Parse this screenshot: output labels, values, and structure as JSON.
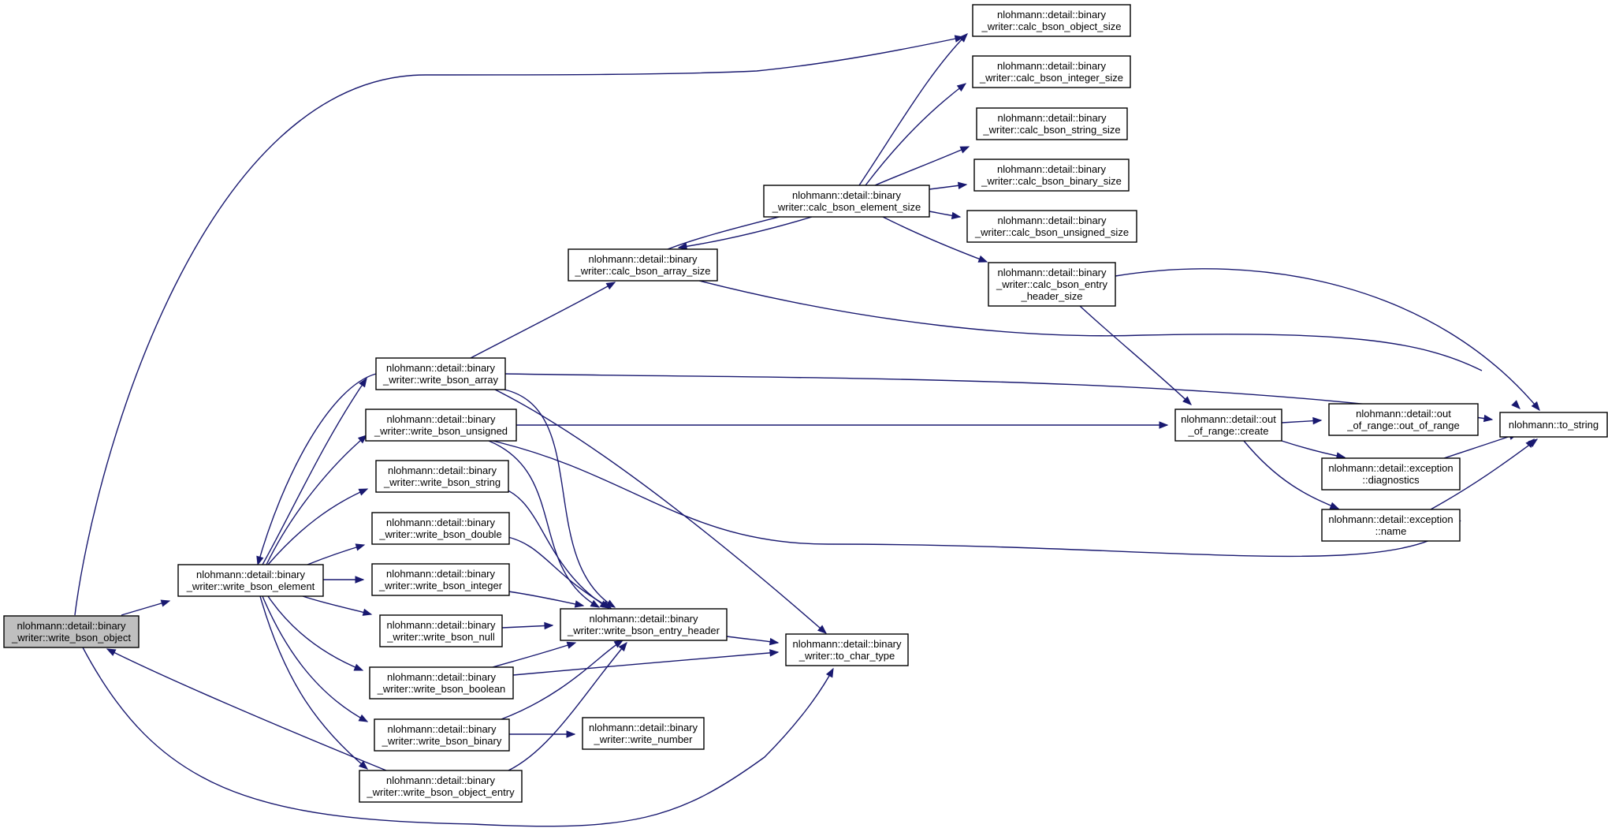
{
  "diagram": {
    "type": "call-graph",
    "colors": {
      "edge": "#191970",
      "node_border": "#000000",
      "node_fill": "#ffffff",
      "root_fill": "#bfbfbf",
      "background": "#ffffff"
    },
    "nodes": [
      {
        "id": "write_bson_object",
        "root": true,
        "lines": [
          "nlohmann::detail::binary",
          "_writer::write_bson_object"
        ]
      },
      {
        "id": "write_bson_element",
        "lines": [
          "nlohmann::detail::binary",
          "_writer::write_bson_element"
        ]
      },
      {
        "id": "write_bson_array",
        "lines": [
          "nlohmann::detail::binary",
          "_writer::write_bson_array"
        ]
      },
      {
        "id": "write_bson_unsigned",
        "lines": [
          "nlohmann::detail::binary",
          "_writer::write_bson_unsigned"
        ]
      },
      {
        "id": "write_bson_string",
        "lines": [
          "nlohmann::detail::binary",
          "_writer::write_bson_string"
        ]
      },
      {
        "id": "write_bson_double",
        "lines": [
          "nlohmann::detail::binary",
          "_writer::write_bson_double"
        ]
      },
      {
        "id": "write_bson_integer",
        "lines": [
          "nlohmann::detail::binary",
          "_writer::write_bson_integer"
        ]
      },
      {
        "id": "write_bson_null",
        "lines": [
          "nlohmann::detail::binary",
          "_writer::write_bson_null"
        ]
      },
      {
        "id": "write_bson_boolean",
        "lines": [
          "nlohmann::detail::binary",
          "_writer::write_bson_boolean"
        ]
      },
      {
        "id": "write_bson_binary",
        "lines": [
          "nlohmann::detail::binary",
          "_writer::write_bson_binary"
        ]
      },
      {
        "id": "write_bson_object_entry",
        "lines": [
          "nlohmann::detail::binary",
          "_writer::write_bson_object_entry"
        ]
      },
      {
        "id": "calc_bson_array_size",
        "lines": [
          "nlohmann::detail::binary",
          "_writer::calc_bson_array_size"
        ]
      },
      {
        "id": "write_bson_entry_header",
        "lines": [
          "nlohmann::detail::binary",
          "_writer::write_bson_entry_header"
        ]
      },
      {
        "id": "write_number",
        "lines": [
          "nlohmann::detail::binary",
          "_writer::write_number"
        ]
      },
      {
        "id": "calc_bson_element_size",
        "lines": [
          "nlohmann::detail::binary",
          "_writer::calc_bson_element_size"
        ]
      },
      {
        "id": "to_char_type",
        "lines": [
          "nlohmann::detail::binary",
          "_writer::to_char_type"
        ]
      },
      {
        "id": "calc_bson_object_size",
        "lines": [
          "nlohmann::detail::binary",
          "_writer::calc_bson_object_size"
        ]
      },
      {
        "id": "calc_bson_integer_size",
        "lines": [
          "nlohmann::detail::binary",
          "_writer::calc_bson_integer_size"
        ]
      },
      {
        "id": "calc_bson_string_size",
        "lines": [
          "nlohmann::detail::binary",
          "_writer::calc_bson_string_size"
        ]
      },
      {
        "id": "calc_bson_binary_size",
        "lines": [
          "nlohmann::detail::binary",
          "_writer::calc_bson_binary_size"
        ]
      },
      {
        "id": "calc_bson_unsigned_size",
        "lines": [
          "nlohmann::detail::binary",
          "_writer::calc_bson_unsigned_size"
        ]
      },
      {
        "id": "calc_bson_entry_header_size",
        "lines": [
          "nlohmann::detail::binary",
          "_writer::calc_bson_entry",
          "_header_size"
        ]
      },
      {
        "id": "out_of_range_create",
        "lines": [
          "nlohmann::detail::out",
          "_of_range::create"
        ]
      },
      {
        "id": "out_of_range_ctor",
        "lines": [
          "nlohmann::detail::out",
          "_of_range::out_of_range"
        ]
      },
      {
        "id": "exception_diagnostics",
        "lines": [
          "nlohmann::detail::exception",
          "::diagnostics"
        ]
      },
      {
        "id": "exception_name",
        "lines": [
          "nlohmann::detail::exception",
          "::name"
        ]
      },
      {
        "id": "to_string",
        "lines": [
          "nlohmann::to_string"
        ]
      }
    ],
    "edges": [
      {
        "from": "write_bson_object",
        "to": "write_bson_element"
      },
      {
        "from": "write_bson_object",
        "to": "calc_bson_object_size"
      },
      {
        "from": "write_bson_object",
        "to": "to_char_type"
      },
      {
        "from": "write_bson_element",
        "to": "write_bson_array"
      },
      {
        "from": "write_bson_element",
        "to": "write_bson_unsigned"
      },
      {
        "from": "write_bson_element",
        "to": "write_bson_string"
      },
      {
        "from": "write_bson_element",
        "to": "write_bson_double"
      },
      {
        "from": "write_bson_element",
        "to": "write_bson_integer"
      },
      {
        "from": "write_bson_element",
        "to": "write_bson_null"
      },
      {
        "from": "write_bson_element",
        "to": "write_bson_boolean"
      },
      {
        "from": "write_bson_element",
        "to": "write_bson_binary"
      },
      {
        "from": "write_bson_element",
        "to": "write_bson_object_entry"
      },
      {
        "from": "write_bson_array",
        "to": "write_bson_element"
      },
      {
        "from": "write_bson_array",
        "to": "calc_bson_array_size"
      },
      {
        "from": "write_bson_array",
        "to": "write_bson_entry_header"
      },
      {
        "from": "write_bson_array",
        "to": "to_char_type"
      },
      {
        "from": "write_bson_array",
        "to": "to_string"
      },
      {
        "from": "write_bson_unsigned",
        "to": "out_of_range_create"
      },
      {
        "from": "write_bson_unsigned",
        "to": "write_bson_entry_header"
      },
      {
        "from": "write_bson_unsigned",
        "to": "to_string"
      },
      {
        "from": "write_bson_string",
        "to": "write_bson_entry_header"
      },
      {
        "from": "write_bson_double",
        "to": "write_bson_entry_header"
      },
      {
        "from": "write_bson_integer",
        "to": "write_bson_entry_header"
      },
      {
        "from": "write_bson_null",
        "to": "write_bson_entry_header"
      },
      {
        "from": "write_bson_boolean",
        "to": "write_bson_entry_header"
      },
      {
        "from": "write_bson_boolean",
        "to": "to_char_type"
      },
      {
        "from": "write_bson_binary",
        "to": "write_bson_entry_header"
      },
      {
        "from": "write_bson_binary",
        "to": "write_number"
      },
      {
        "from": "write_bson_object_entry",
        "to": "write_bson_object"
      },
      {
        "from": "write_bson_object_entry",
        "to": "write_bson_entry_header"
      },
      {
        "from": "write_bson_entry_header",
        "to": "to_char_type"
      },
      {
        "from": "calc_bson_array_size",
        "to": "calc_bson_element_size"
      },
      {
        "from": "calc_bson_array_size",
        "to": "to_string"
      },
      {
        "from": "calc_bson_element_size",
        "to": "calc_bson_array_size"
      },
      {
        "from": "calc_bson_element_size",
        "to": "calc_bson_object_size"
      },
      {
        "from": "calc_bson_element_size",
        "to": "calc_bson_integer_size"
      },
      {
        "from": "calc_bson_element_size",
        "to": "calc_bson_string_size"
      },
      {
        "from": "calc_bson_element_size",
        "to": "calc_bson_binary_size"
      },
      {
        "from": "calc_bson_element_size",
        "to": "calc_bson_unsigned_size"
      },
      {
        "from": "calc_bson_element_size",
        "to": "calc_bson_entry_header_size"
      },
      {
        "from": "calc_bson_entry_header_size",
        "to": "out_of_range_create"
      },
      {
        "from": "calc_bson_entry_header_size",
        "to": "to_string"
      },
      {
        "from": "out_of_range_create",
        "to": "out_of_range_ctor"
      },
      {
        "from": "out_of_range_create",
        "to": "exception_diagnostics"
      },
      {
        "from": "out_of_range_create",
        "to": "exception_name"
      },
      {
        "from": "exception_diagnostics",
        "to": "to_string"
      },
      {
        "from": "exception_name",
        "to": "to_string"
      }
    ]
  }
}
